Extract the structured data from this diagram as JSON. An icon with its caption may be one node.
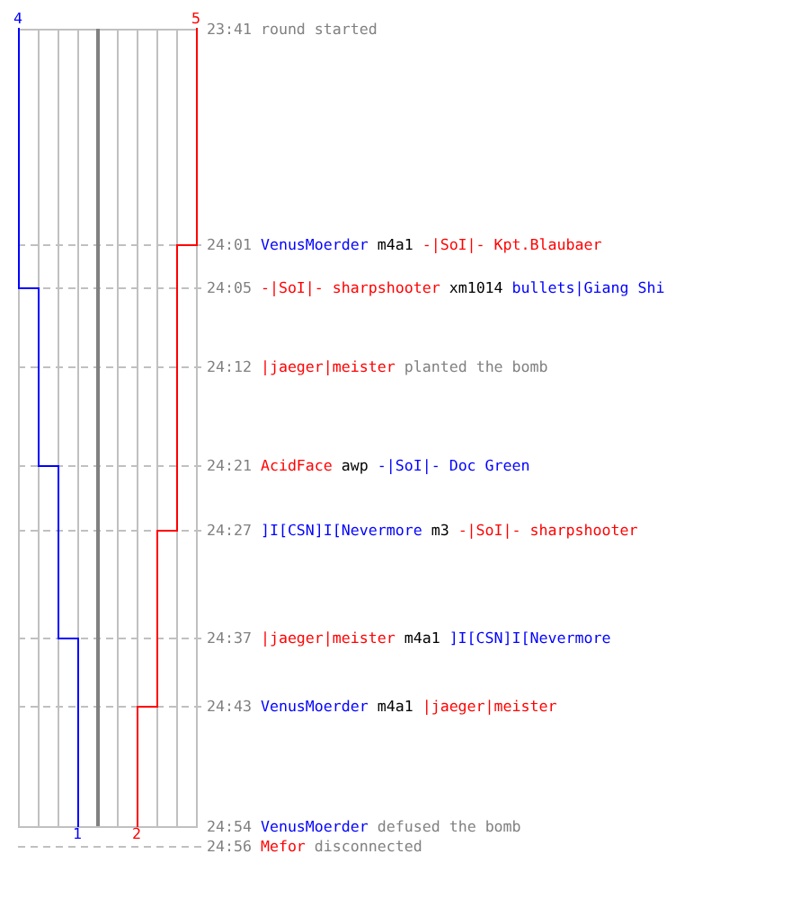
{
  "diagram": {
    "labels": [
      "4",
      "5",
      "23:41",
      "round started",
      "24:01",
      "VenusMoerder",
      "m4a1",
      "-|SoI|- Kpt.Blaubaer",
      "24:05",
      "-|SoI|- sharpshooter",
      "xm1014",
      "bullets|Giang Shi",
      "24:12",
      "|jaeger|meister",
      "planted the bomb",
      "24:21",
      "AcidFace",
      "awp",
      "-|SoI|- Doc Green",
      "24:27",
      "]I[CSN]I[Nevermore",
      "m3",
      "-|SoI|- sharpshooter",
      "24:37",
      "|jaeger|meister",
      "m4a1",
      "]I[CSN]I[Nevermore",
      "24:43",
      "VenusMoerder",
      "m4a1",
      "|jaeger|meister",
      "1",
      "2",
      "24:54",
      "VenusMoerder",
      "defused the bomb",
      "24:56",
      "Mefor",
      "disconnected"
    ]
  }
}
